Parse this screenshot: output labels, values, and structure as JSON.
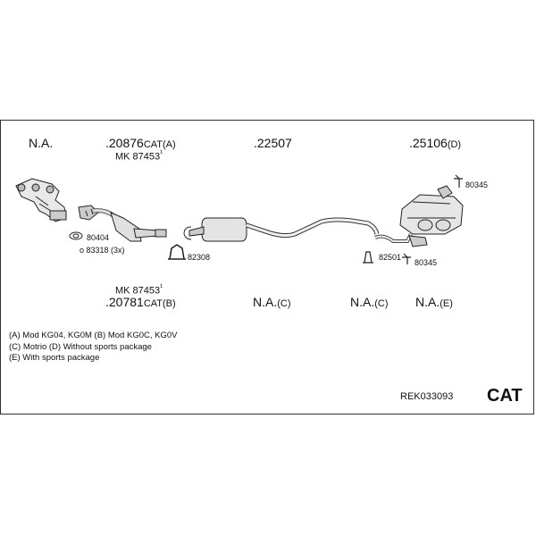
{
  "top_row": {
    "col1": {
      "part": "N.A."
    },
    "col2": {
      "part": ".20876",
      "suffix": "CAT(A)",
      "sub_part": "MK 87453",
      "sub_mark": "¹"
    },
    "col3": {
      "part": ".22507"
    },
    "col4": {
      "part": ".25106",
      "suffix": "(D)"
    }
  },
  "bottom_row": {
    "col2": {
      "sub_part": "MK 87453",
      "sub_mark": "¹",
      "part": ".20781",
      "suffix": "CAT(B)"
    },
    "col3": {
      "part": "N.A.",
      "suffix": "(C)"
    },
    "col4": {
      "part": "N.A.",
      "suffix": "(C)"
    },
    "col5": {
      "part": "N.A.",
      "suffix": "(E)"
    }
  },
  "small_parts": {
    "p80404": "80404",
    "p83318": "83318 (3x)",
    "p82308": "82308",
    "p80345_top": "80345",
    "p82501": "82501",
    "p80345_bottom": "80345"
  },
  "notes": [
    "(A) Mod KG04, KG0M (B) Mod KG0C, KG0V",
    "(C) Motrio (D) Without sports package",
    "(E) With sports package"
  ],
  "reference": "REK033093",
  "badge": "CAT"
}
